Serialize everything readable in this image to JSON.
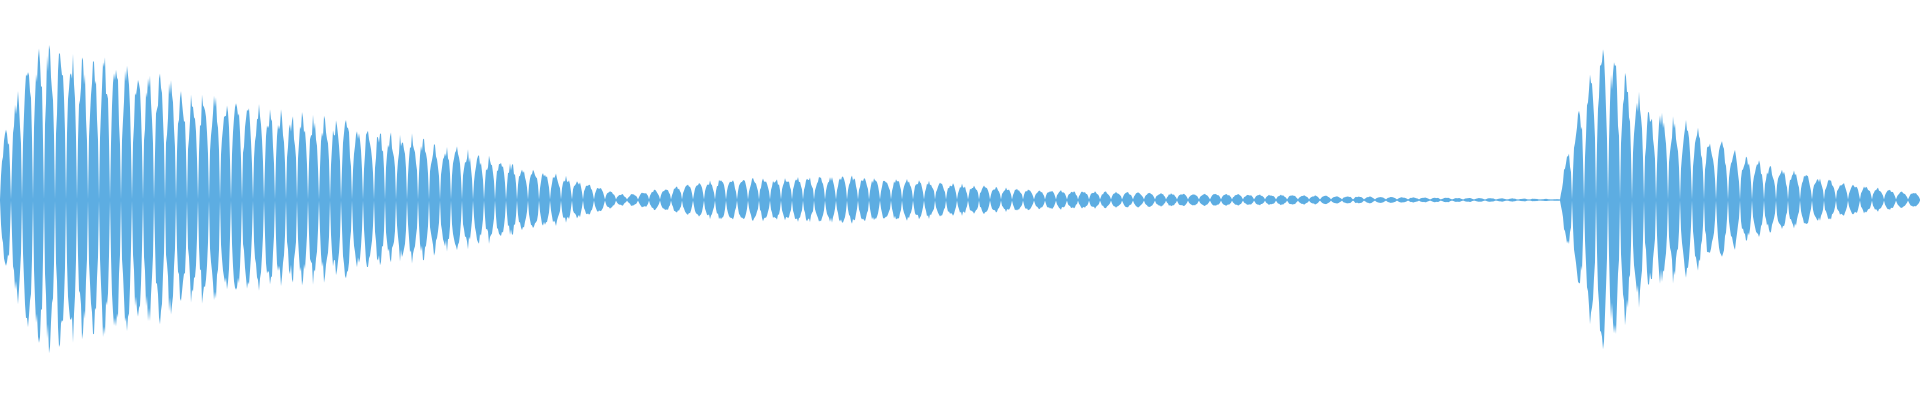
{
  "waveform": {
    "color": "#5dade2",
    "background": "#ffffff",
    "clip_1": {
      "envelope": [
        [
          0.0,
          0.3
        ],
        [
          0.01,
          0.6
        ],
        [
          0.02,
          0.9
        ],
        [
          0.03,
          0.95
        ],
        [
          0.05,
          0.85
        ],
        [
          0.08,
          0.8
        ],
        [
          0.11,
          0.68
        ],
        [
          0.15,
          0.58
        ],
        [
          0.19,
          0.5
        ],
        [
          0.23,
          0.45
        ],
        [
          0.27,
          0.36
        ],
        [
          0.31,
          0.26
        ],
        [
          0.35,
          0.16
        ],
        [
          0.37,
          0.12
        ],
        [
          0.39,
          0.05
        ],
        [
          0.4,
          0.03
        ],
        [
          0.42,
          0.06
        ],
        [
          0.46,
          0.12
        ],
        [
          0.5,
          0.13
        ],
        [
          0.54,
          0.14
        ],
        [
          0.58,
          0.12
        ],
        [
          0.62,
          0.09
        ],
        [
          0.66,
          0.06
        ],
        [
          0.7,
          0.05
        ],
        [
          0.74,
          0.04
        ],
        [
          0.78,
          0.035
        ],
        [
          0.82,
          0.03
        ],
        [
          0.86,
          0.022
        ],
        [
          0.9,
          0.016
        ],
        [
          0.94,
          0.012
        ],
        [
          0.98,
          0.008
        ],
        [
          1.0,
          0.004
        ]
      ]
    },
    "gap": {
      "level": 0.0
    },
    "clip_2": {
      "envelope": [
        [
          0.0,
          0.05
        ],
        [
          0.02,
          0.3
        ],
        [
          0.05,
          0.55
        ],
        [
          0.09,
          0.82
        ],
        [
          0.12,
          0.92
        ],
        [
          0.15,
          0.85
        ],
        [
          0.2,
          0.68
        ],
        [
          0.25,
          0.55
        ],
        [
          0.3,
          0.5
        ],
        [
          0.36,
          0.44
        ],
        [
          0.42,
          0.36
        ],
        [
          0.5,
          0.28
        ],
        [
          0.58,
          0.2
        ],
        [
          0.66,
          0.16
        ],
        [
          0.75,
          0.12
        ],
        [
          0.85,
          0.08
        ],
        [
          0.95,
          0.05
        ],
        [
          1.0,
          0.04
        ]
      ]
    }
  }
}
